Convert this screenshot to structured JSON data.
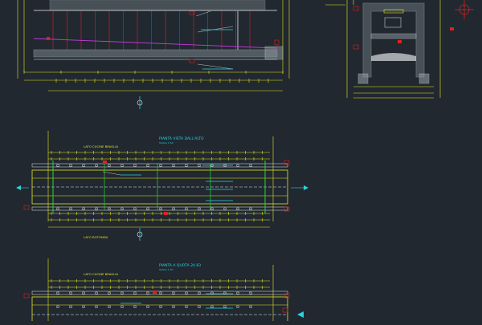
{
  "drawing": {
    "view_top_plan": {
      "title": "PIANTA VISTA DALL'ALTO",
      "scale": "SCALA 1:50",
      "side_label_top": "LATO CUCINE BRAGLIA",
      "side_label_bottom": "LATO ROTONDA"
    },
    "view_level_plan": {
      "title": "PIANTA A QUOTA 24.83",
      "scale": "SCALA 1:50",
      "side_label_top": "LATO CUCINE BRAGLIA"
    }
  },
  "colors": {
    "background": "#212830",
    "yellow": "#e6e619",
    "red": "#e02020",
    "cyan": "#2bd2e0",
    "green": "#27d838",
    "magenta": "#c53ad8",
    "white": "#e9ecef",
    "grey": "#8f9aa0"
  }
}
